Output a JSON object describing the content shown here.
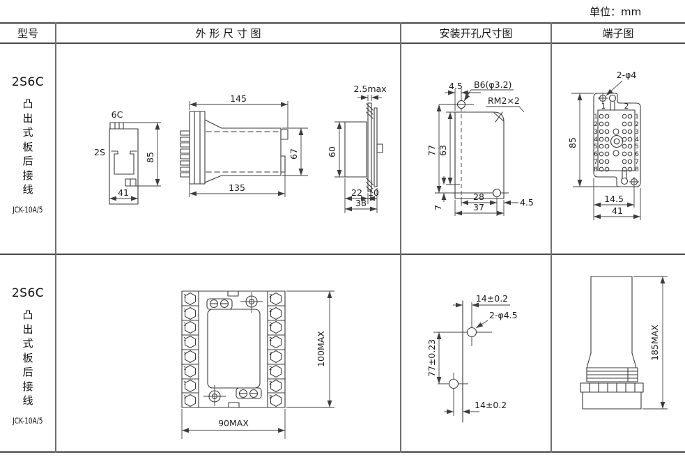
{
  "unit_label": "单位：mm",
  "table": {
    "headers": {
      "model": "型号",
      "outline": "外 形 尺 寸 图",
      "install": "安装开孔尺寸图",
      "terminal": "端子图"
    },
    "rows": [
      {
        "model_code": "2S6C",
        "model_desc": "凸出式板后接线",
        "model_sub": "JCK-10A/5"
      },
      {
        "model_code": "2S6C",
        "model_desc": "凸出式板后接线",
        "model_sub": "JCK-10A/5"
      }
    ]
  },
  "drawings": {
    "profile": {
      "top_label": "6C",
      "side_label": "2S",
      "dim_height": "85",
      "dim_width": "41"
    },
    "side_view": {
      "dim_top": "145",
      "dim_bottom": "135",
      "dim_right": "67"
    },
    "panel_section": {
      "dim_top": "2.5max",
      "dim_left": "60",
      "dim_a": "22",
      "dim_b": "10",
      "dim_c": "38"
    },
    "install_top": {
      "dim_offset": "4.5",
      "hole_label": "B6(φ3.2)",
      "thread_label": "RM2×2",
      "dim_h1": "77",
      "dim_h2": "63",
      "dim_h3": "7",
      "dim_w1": "28",
      "dim_w2": "37",
      "dim_right": "4.5"
    },
    "terminal_top": {
      "hole_label": "2-φ4",
      "dim_height": "85",
      "dim_w1": "14.5",
      "dim_w2": "41",
      "col_left": "1",
      "col_right": "2",
      "row_numbers": [
        "1",
        "2",
        "3",
        "4",
        "5",
        "6",
        "7",
        "8"
      ]
    },
    "back_view": {
      "dim_width": "90MAX",
      "dim_height": "100MAX",
      "left_digit": "1",
      "right_digit": "2"
    },
    "install_bottom": {
      "dim_top": "14±0.2",
      "hole_label": "2-φ4.5",
      "dim_height": "77±0.23",
      "dim_bottom": "14±0.2"
    },
    "socket_view": {
      "dim_height": "185MAX"
    }
  }
}
